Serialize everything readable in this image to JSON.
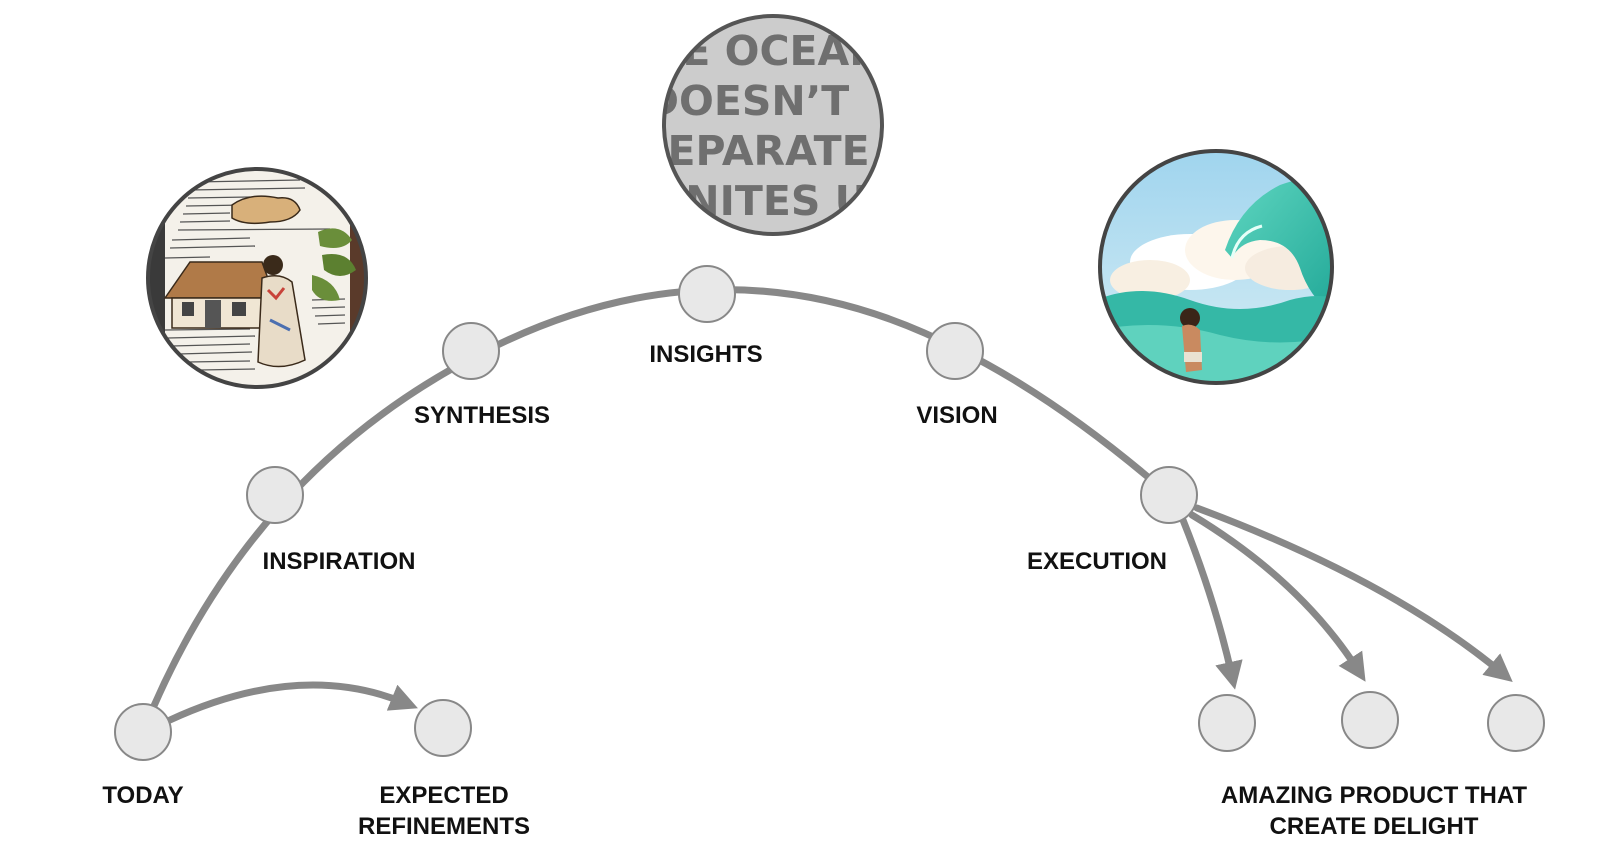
{
  "colors": {
    "path": "#888888",
    "node_fill": "#e8e8e8",
    "node_stroke": "#888888",
    "label": "#111111",
    "image_border": "#444444"
  },
  "stages": {
    "today": "TODAY",
    "expected_line1": "EXPECTED",
    "expected_line2": "REFINEMENTS",
    "inspiration": "INSPIRATION",
    "synthesis": "SYNTHESIS",
    "insights": "INSIGHTS",
    "vision": "VISION",
    "execution": "EXECUTION",
    "amazing_line1": "AMAZING PRODUCT THAT",
    "amazing_line2": "CREATE DELIGHT"
  },
  "images": {
    "sketch": "sketch-journal-image",
    "quote": "ocean-quote-image",
    "wave": "ocean-wave-image"
  },
  "quote_lines": [
    "HE OCEAN",
    "DOESN’T",
    "SEPARATE US",
    "UNITES US"
  ]
}
